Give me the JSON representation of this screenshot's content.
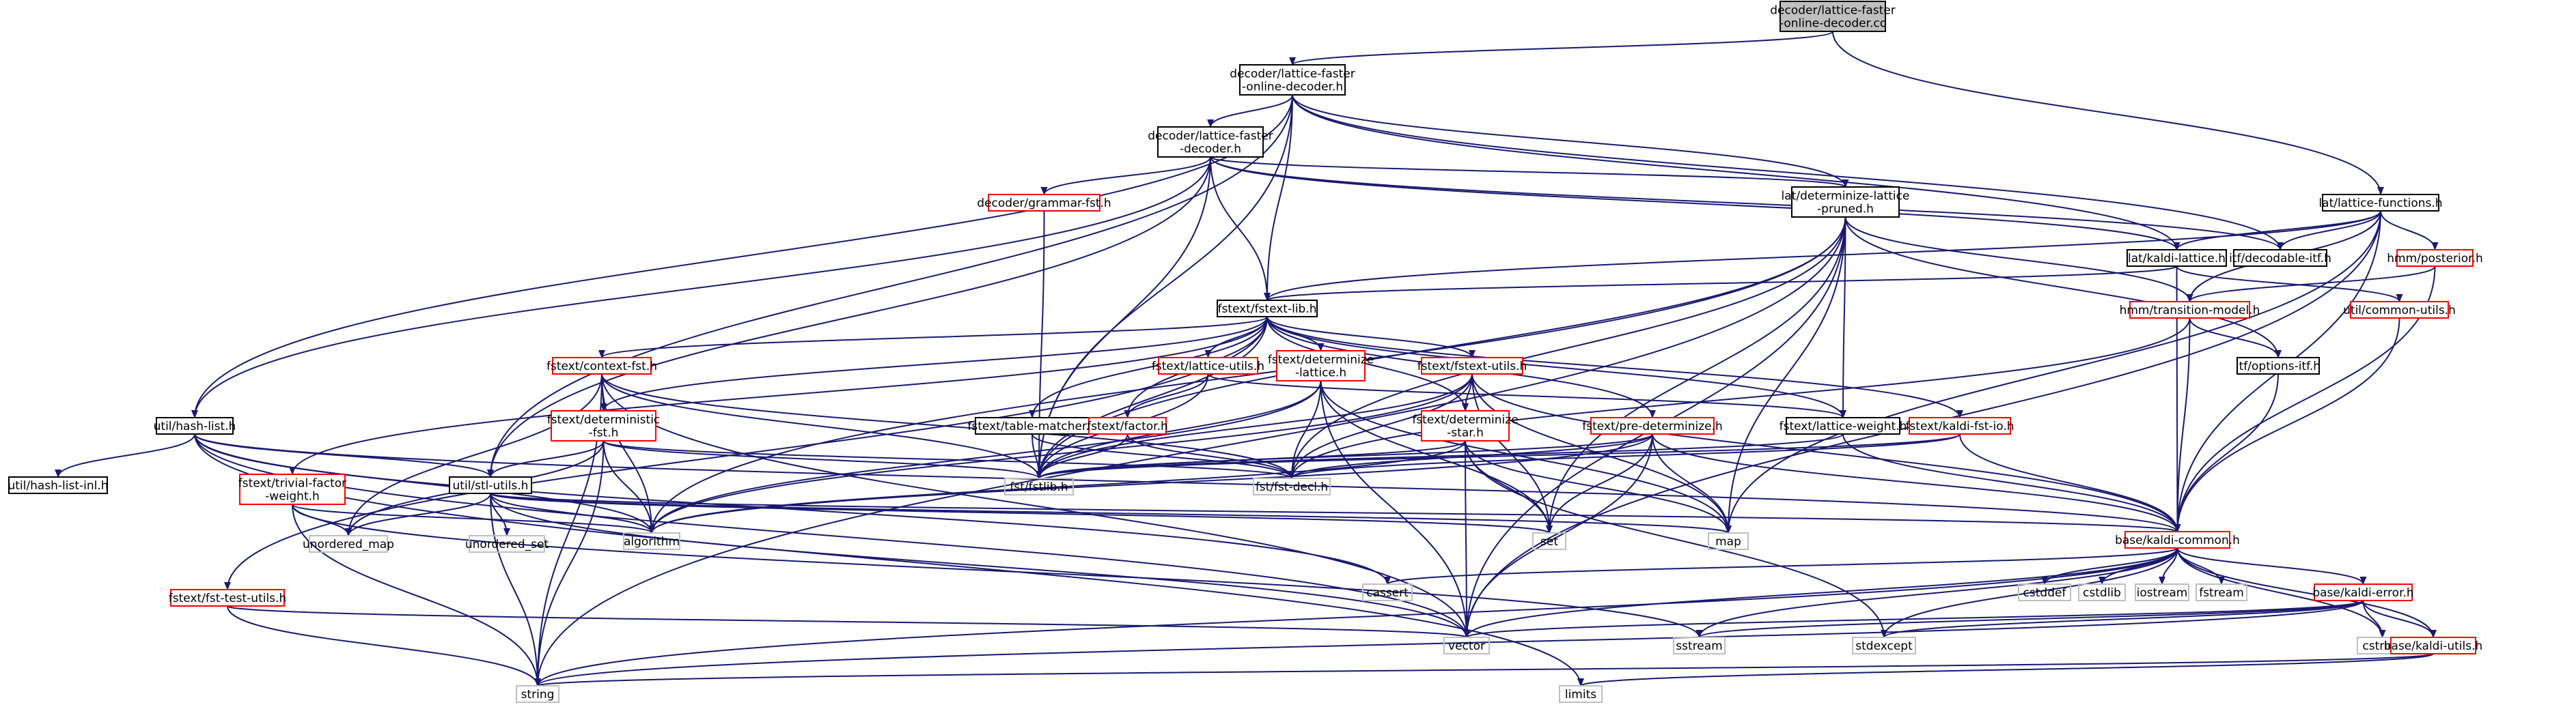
{
  "graph": {
    "colors": {
      "edge": "#191970",
      "node_border": "#000000",
      "node_border_incomplete": "#ff0000",
      "node_border_missing": "#bfbfbf",
      "root_fill": "#bfbfbf"
    },
    "nodes": [
      {
        "id": "root",
        "lines": [
          "decoder/lattice-faster",
          "-online-decoder.cc"
        ],
        "style": "root"
      },
      {
        "id": "lfod",
        "lines": [
          "decoder/lattice-faster",
          "-online-decoder.h"
        ],
        "style": "normal"
      },
      {
        "id": "lfd",
        "lines": [
          "decoder/lattice-faster",
          "-decoder.h"
        ],
        "style": "normal"
      },
      {
        "id": "latfunc",
        "lines": [
          "lat/lattice-functions.h"
        ],
        "style": "normal"
      },
      {
        "id": "grammar",
        "lines": [
          "decoder/grammar-fst.h"
        ],
        "style": "red"
      },
      {
        "id": "detlat",
        "lines": [
          "lat/determinize-lattice",
          "-pruned.h"
        ],
        "style": "normal"
      },
      {
        "id": "kaldilat",
        "lines": [
          "lat/kaldi-lattice.h"
        ],
        "style": "normal"
      },
      {
        "id": "decitf",
        "lines": [
          "itf/decodable-itf.h"
        ],
        "style": "normal"
      },
      {
        "id": "posterior",
        "lines": [
          "hmm/posterior.h"
        ],
        "style": "red"
      },
      {
        "id": "fstextlib",
        "lines": [
          "fstext/fstext-lib.h"
        ],
        "style": "normal"
      },
      {
        "id": "transmodel",
        "lines": [
          "hmm/transition-model.h"
        ],
        "style": "red"
      },
      {
        "id": "commonutils",
        "lines": [
          "util/common-utils.h"
        ],
        "style": "red"
      },
      {
        "id": "contextfst",
        "lines": [
          "fstext/context-fst.h"
        ],
        "style": "red"
      },
      {
        "id": "latutils",
        "lines": [
          "fstext/lattice-utils.h"
        ],
        "style": "red"
      },
      {
        "id": "detlatfst",
        "lines": [
          "fstext/determinize",
          "-lattice.h"
        ],
        "style": "red"
      },
      {
        "id": "fstextutils",
        "lines": [
          "fstext/fstext-utils.h"
        ],
        "style": "red"
      },
      {
        "id": "optionsitf",
        "lines": [
          "itf/options-itf.h"
        ],
        "style": "normal"
      },
      {
        "id": "hashlist",
        "lines": [
          "util/hash-list.h"
        ],
        "style": "normal"
      },
      {
        "id": "detfst",
        "lines": [
          "fstext/deterministic",
          "-fst.h"
        ],
        "style": "red"
      },
      {
        "id": "tablematcher",
        "lines": [
          "fstext/table-matcher.h"
        ],
        "style": "normal"
      },
      {
        "id": "factor",
        "lines": [
          "fstext/factor.h"
        ],
        "style": "red"
      },
      {
        "id": "detstar",
        "lines": [
          "fstext/determinize",
          "-star.h"
        ],
        "style": "red"
      },
      {
        "id": "predet",
        "lines": [
          "fstext/pre-determinize.h"
        ],
        "style": "red"
      },
      {
        "id": "latweight",
        "lines": [
          "fstext/lattice-weight.h"
        ],
        "style": "normal"
      },
      {
        "id": "kaldifstio",
        "lines": [
          "fstext/kaldi-fst-io.h"
        ],
        "style": "red"
      },
      {
        "id": "hashlistinl",
        "lines": [
          "util/hash-list-inl.h"
        ],
        "style": "normal"
      },
      {
        "id": "trivial",
        "lines": [
          "fstext/trivial-factor",
          "-weight.h"
        ],
        "style": "red"
      },
      {
        "id": "stlutils",
        "lines": [
          "util/stl-utils.h"
        ],
        "style": "normal"
      },
      {
        "id": "fstlib",
        "lines": [
          "fst/fstlib.h"
        ],
        "style": "missing"
      },
      {
        "id": "fstdecl",
        "lines": [
          "fst/fst-decl.h"
        ],
        "style": "missing"
      },
      {
        "id": "unordered_map",
        "lines": [
          "unordered_map"
        ],
        "style": "missing"
      },
      {
        "id": "unordered_set",
        "lines": [
          "unordered_set"
        ],
        "style": "missing"
      },
      {
        "id": "algorithm",
        "lines": [
          "algorithm"
        ],
        "style": "missing"
      },
      {
        "id": "set",
        "lines": [
          "set"
        ],
        "style": "missing"
      },
      {
        "id": "map",
        "lines": [
          "map"
        ],
        "style": "missing"
      },
      {
        "id": "kaldicommon",
        "lines": [
          "base/kaldi-common.h"
        ],
        "style": "red"
      },
      {
        "id": "fsttestutils",
        "lines": [
          "fstext/fst-test-utils.h"
        ],
        "style": "red"
      },
      {
        "id": "cassert",
        "lines": [
          "cassert"
        ],
        "style": "missing"
      },
      {
        "id": "cstddef",
        "lines": [
          "cstddef"
        ],
        "style": "missing"
      },
      {
        "id": "cstdlib",
        "lines": [
          "cstdlib"
        ],
        "style": "missing"
      },
      {
        "id": "iostream",
        "lines": [
          "iostream"
        ],
        "style": "missing"
      },
      {
        "id": "fstream",
        "lines": [
          "fstream"
        ],
        "style": "missing"
      },
      {
        "id": "kaldierror",
        "lines": [
          "base/kaldi-error.h"
        ],
        "style": "red"
      },
      {
        "id": "vector",
        "lines": [
          "vector"
        ],
        "style": "missing"
      },
      {
        "id": "sstream",
        "lines": [
          "sstream"
        ],
        "style": "missing"
      },
      {
        "id": "stdexcept",
        "lines": [
          "stdexcept"
        ],
        "style": "missing"
      },
      {
        "id": "cstring",
        "lines": [
          "cstring"
        ],
        "style": "missing"
      },
      {
        "id": "kaldiutils",
        "lines": [
          "base/kaldi-utils.h"
        ],
        "style": "red"
      },
      {
        "id": "string",
        "lines": [
          "string"
        ],
        "style": "missing"
      },
      {
        "id": "limits",
        "lines": [
          "limits"
        ],
        "style": "missing"
      }
    ],
    "edges": [
      [
        "root",
        "lfod"
      ],
      [
        "root",
        "latfunc"
      ],
      [
        "lfod",
        "lfd"
      ],
      [
        "lfod",
        "fstextlib"
      ],
      [
        "lfod",
        "detlat"
      ],
      [
        "lfod",
        "kaldilat"
      ],
      [
        "lfod",
        "decitf"
      ],
      [
        "lfod",
        "hashlist"
      ],
      [
        "lfod",
        "stlutils"
      ],
      [
        "lfod",
        "fstlib"
      ],
      [
        "lfd",
        "grammar"
      ],
      [
        "lfd",
        "detlat"
      ],
      [
        "lfd",
        "kaldilat"
      ],
      [
        "lfd",
        "decitf"
      ],
      [
        "lfd",
        "fstextlib"
      ],
      [
        "lfd",
        "hashlist"
      ],
      [
        "lfd",
        "stlutils"
      ],
      [
        "lfd",
        "fstlib"
      ],
      [
        "latfunc",
        "kaldilat"
      ],
      [
        "latfunc",
        "decitf"
      ],
      [
        "latfunc",
        "posterior"
      ],
      [
        "latfunc",
        "transmodel"
      ],
      [
        "latfunc",
        "fstextlib"
      ],
      [
        "latfunc",
        "kaldicommon"
      ],
      [
        "latfunc",
        "map"
      ],
      [
        "latfunc",
        "vector"
      ],
      [
        "grammar",
        "fstlib"
      ],
      [
        "detlat",
        "fstlib"
      ],
      [
        "detlat",
        "fstdecl"
      ],
      [
        "detlat",
        "latweight"
      ],
      [
        "detlat",
        "transmodel"
      ],
      [
        "detlat",
        "optionsitf"
      ],
      [
        "detlat",
        "algorithm"
      ],
      [
        "detlat",
        "set"
      ],
      [
        "detlat",
        "map"
      ],
      [
        "detlat",
        "vector"
      ],
      [
        "detlat",
        "string"
      ],
      [
        "kaldilat",
        "fstextlib"
      ],
      [
        "kaldilat",
        "kaldicommon"
      ],
      [
        "kaldilat",
        "commonutils"
      ],
      [
        "posterior",
        "transmodel"
      ],
      [
        "posterior",
        "kaldicommon"
      ],
      [
        "transmodel",
        "optionsitf"
      ],
      [
        "transmodel",
        "kaldicommon"
      ],
      [
        "transmodel",
        "fstdecl"
      ],
      [
        "commonutils",
        "kaldicommon"
      ],
      [
        "optionsitf",
        "kaldicommon"
      ],
      [
        "fstextlib",
        "contextfst"
      ],
      [
        "fstextlib",
        "latutils"
      ],
      [
        "fstextlib",
        "detlatfst"
      ],
      [
        "fstextlib",
        "fstextutils"
      ],
      [
        "fstextlib",
        "detfst"
      ],
      [
        "fstextlib",
        "tablematcher"
      ],
      [
        "fstextlib",
        "factor"
      ],
      [
        "fstextlib",
        "detstar"
      ],
      [
        "fstextlib",
        "predet"
      ],
      [
        "fstextlib",
        "latweight"
      ],
      [
        "fstextlib",
        "kaldifstio"
      ],
      [
        "fstextlib",
        "trivial"
      ],
      [
        "fstextlib",
        "fsttestutils"
      ],
      [
        "fstextlib",
        "fstlib"
      ],
      [
        "contextfst",
        "detfst"
      ],
      [
        "contextfst",
        "fstlib"
      ],
      [
        "contextfst",
        "fstdecl"
      ],
      [
        "contextfst",
        "algorithm"
      ],
      [
        "contextfst",
        "unordered_map"
      ],
      [
        "contextfst",
        "string"
      ],
      [
        "contextfst",
        "vector"
      ],
      [
        "latutils",
        "factor"
      ],
      [
        "latutils",
        "fstlib"
      ],
      [
        "latutils",
        "latweight"
      ],
      [
        "detlatfst",
        "fstlib"
      ],
      [
        "detlatfst",
        "fstdecl"
      ],
      [
        "detlatfst",
        "algorithm"
      ],
      [
        "detlatfst",
        "set"
      ],
      [
        "detlatfst",
        "vector"
      ],
      [
        "detlatfst",
        "map"
      ],
      [
        "fstextutils",
        "detstar"
      ],
      [
        "fstextutils",
        "fstlib"
      ],
      [
        "fstextutils",
        "fstdecl"
      ],
      [
        "fstextutils",
        "set"
      ],
      [
        "fstextutils",
        "map"
      ],
      [
        "fstextutils",
        "algorithm"
      ],
      [
        "fstextutils",
        "kaldicommon"
      ],
      [
        "detfst",
        "fstlib"
      ],
      [
        "detfst",
        "fstdecl"
      ],
      [
        "detfst",
        "algorithm"
      ],
      [
        "detfst",
        "unordered_map"
      ],
      [
        "detfst",
        "stlutils"
      ],
      [
        "detfst",
        "string"
      ],
      [
        "tablematcher",
        "fstlib"
      ],
      [
        "tablematcher",
        "fstdecl"
      ],
      [
        "factor",
        "fstlib"
      ],
      [
        "factor",
        "fstdecl"
      ],
      [
        "detstar",
        "fstlib"
      ],
      [
        "detstar",
        "algorithm"
      ],
      [
        "detstar",
        "set"
      ],
      [
        "detstar",
        "map"
      ],
      [
        "detstar",
        "vector"
      ],
      [
        "detstar",
        "stdexcept"
      ],
      [
        "predet",
        "fstlib"
      ],
      [
        "predet",
        "fstdecl"
      ],
      [
        "predet",
        "algorithm"
      ],
      [
        "predet",
        "map"
      ],
      [
        "predet",
        "set"
      ],
      [
        "predet",
        "vector"
      ],
      [
        "predet",
        "kaldicommon"
      ],
      [
        "latweight",
        "fstlib"
      ],
      [
        "latweight",
        "kaldicommon"
      ],
      [
        "kaldifstio",
        "fstlib"
      ],
      [
        "kaldifstio",
        "fstdecl"
      ],
      [
        "kaldifstio",
        "kaldicommon"
      ],
      [
        "hashlist",
        "hashlistinl"
      ],
      [
        "hashlist",
        "stlutils"
      ],
      [
        "hashlist",
        "algorithm"
      ],
      [
        "hashlist",
        "cassert"
      ],
      [
        "hashlist",
        "limits"
      ],
      [
        "hashlist",
        "vector"
      ],
      [
        "hashlist",
        "kaldicommon"
      ],
      [
        "trivial",
        "algorithm"
      ],
      [
        "trivial",
        "string"
      ],
      [
        "trivial",
        "unordered_map"
      ],
      [
        "trivial",
        "sstream"
      ],
      [
        "stlutils",
        "unordered_map"
      ],
      [
        "stlutils",
        "unordered_set"
      ],
      [
        "stlutils",
        "algorithm"
      ],
      [
        "stlutils",
        "map"
      ],
      [
        "stlutils",
        "set"
      ],
      [
        "stlutils",
        "string"
      ],
      [
        "stlutils",
        "vector"
      ],
      [
        "stlutils",
        "kaldicommon"
      ],
      [
        "fsttestutils",
        "vector"
      ],
      [
        "fsttestutils",
        "string"
      ],
      [
        "kaldicommon",
        "cassert"
      ],
      [
        "kaldicommon",
        "cstddef"
      ],
      [
        "kaldicommon",
        "cstdlib"
      ],
      [
        "kaldicommon",
        "iostream"
      ],
      [
        "kaldicommon",
        "fstream"
      ],
      [
        "kaldicommon",
        "kaldierror"
      ],
      [
        "kaldicommon",
        "kaldiutils"
      ],
      [
        "kaldicommon",
        "vector"
      ],
      [
        "kaldicommon",
        "sstream"
      ],
      [
        "kaldicommon",
        "stdexcept"
      ],
      [
        "kaldicommon",
        "cstring"
      ],
      [
        "kaldicommon",
        "string"
      ],
      [
        "kaldierror",
        "vector"
      ],
      [
        "kaldierror",
        "sstream"
      ],
      [
        "kaldierror",
        "stdexcept"
      ],
      [
        "kaldierror",
        "cstring"
      ],
      [
        "kaldierror",
        "string"
      ],
      [
        "kaldierror",
        "kaldiutils"
      ],
      [
        "kaldiutils",
        "limits"
      ],
      [
        "kaldiutils",
        "string"
      ]
    ]
  }
}
